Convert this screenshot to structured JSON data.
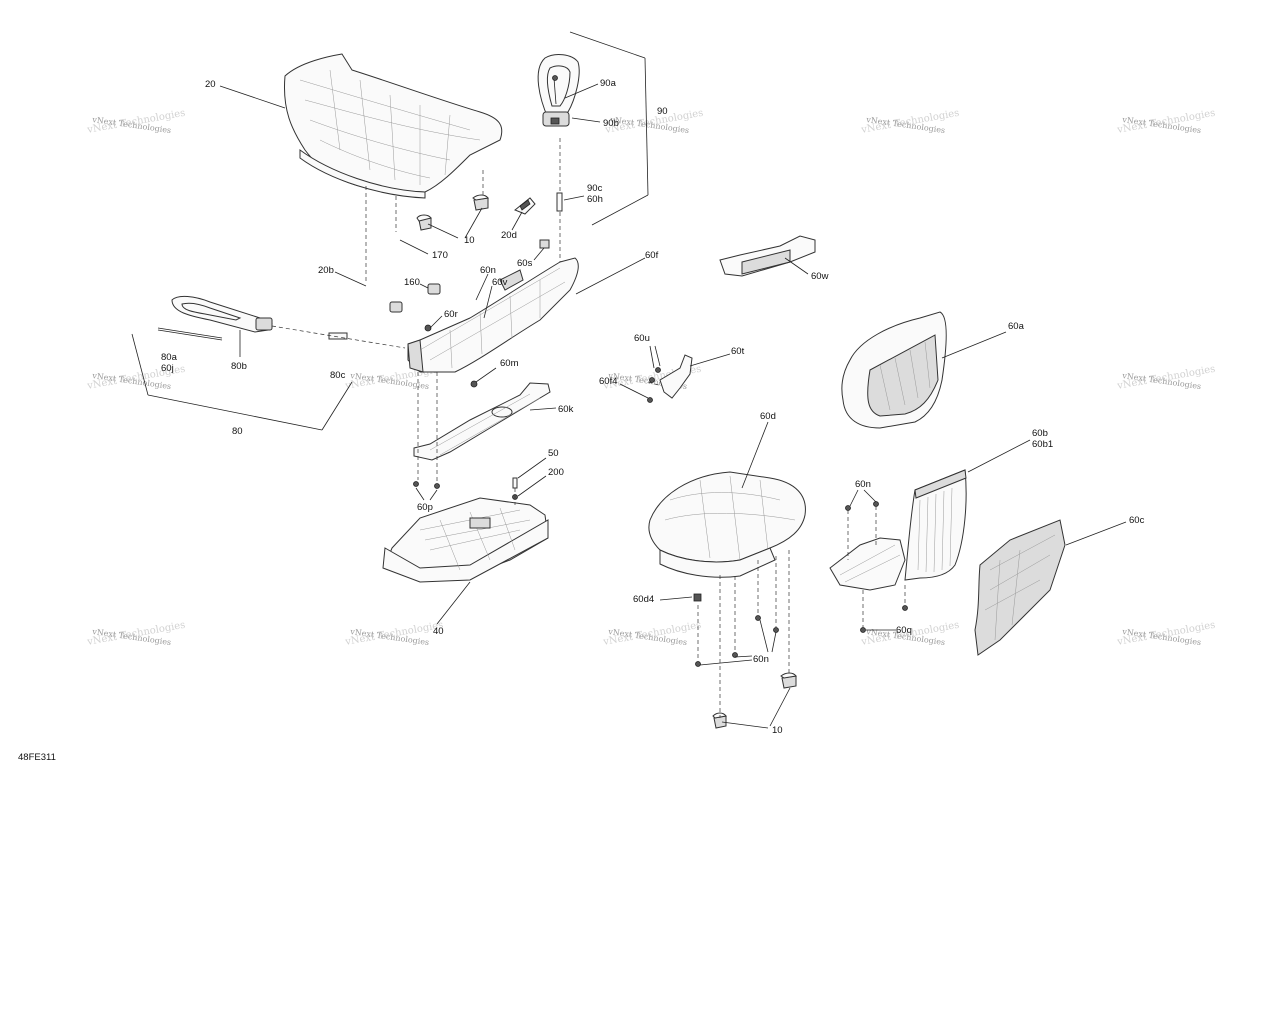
{
  "diagram_code": "48FE311",
  "watermark": "vNext Technologies",
  "callouts": {
    "c20": "20",
    "c90a": "90a",
    "c90": "90",
    "c90b": "90b",
    "c90c": "90c",
    "c60h": "60h",
    "c10a": "10",
    "c20d": "20d",
    "c170": "170",
    "c20b": "20b",
    "c60s": "60s",
    "c60f": "60f",
    "c60n_top": "60n",
    "c60v": "60v",
    "c160": "160",
    "c60r": "60r",
    "c80a": "80a",
    "c60j": "60j",
    "c80b": "80b",
    "c80c": "80c",
    "c60m": "60m",
    "c80": "80",
    "c60k": "60k",
    "c50": "50",
    "c200": "200",
    "c60p": "60p",
    "c40": "40",
    "c60w": "60w",
    "c60a": "60a",
    "c60u": "60u",
    "c60t": "60t",
    "c60f4": "60f4",
    "c60d": "60d",
    "c60b": "60b",
    "c60b1": "60b1",
    "c60n_mid": "60n",
    "c60c": "60c",
    "c60d4": "60d4",
    "c60q": "60q",
    "c60n_low": "60n",
    "c10b": "10"
  }
}
